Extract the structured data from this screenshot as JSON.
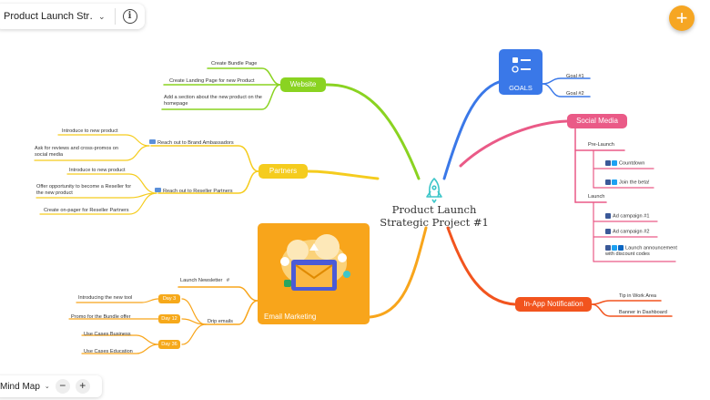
{
  "app": {
    "title": "Product Launch Str…",
    "view_mode": "Mind Map",
    "add_label": "+",
    "zoom_out": "−",
    "zoom_in": "+",
    "info_label": "i",
    "dropdown_chevron": "⌄"
  },
  "central": {
    "line1": "Product Launch",
    "line2": "Strategic Project #1"
  },
  "website": {
    "label": "Website",
    "items": [
      "Create Bundle Page",
      "Create Landing Page for new Product",
      "Add a section about the new product on the homepage"
    ]
  },
  "partners": {
    "label": "Partners",
    "brand": {
      "label": "Reach out to Brand Ambassadors",
      "items": [
        "Introduce to new product",
        "Ask for reviews and cross-promos on social media"
      ]
    },
    "reseller": {
      "label": "Reach out to Reseller Partners",
      "items": [
        "Introduce to new product",
        "Offer opportunity to become a Reseller for the new product",
        "Create on-pager for Reseller Partners"
      ]
    }
  },
  "email": {
    "label": "Email Marketing",
    "newsletter": "Launch Newsletter",
    "newsletter_hash": "#",
    "drip": "Drip emails",
    "days": [
      {
        "label": "Day 3",
        "item": "Introducing the new tool"
      },
      {
        "label": "Day 12",
        "item": "Promo for the Bundle offer"
      },
      {
        "label": "Day 36",
        "items": [
          "Use Cases Business",
          "Use Cases Education"
        ]
      }
    ]
  },
  "goals": {
    "label": "GOALS",
    "items": [
      "Goal #1",
      "Goal #2"
    ]
  },
  "social": {
    "label": "Social Media",
    "prelaunch": "Pre-Launch",
    "countdown": "Countdown",
    "join_beta": "Join the beta!",
    "launch": "Launch",
    "ad1": "Ad campaign #1",
    "ad2": "Ad campaign #2",
    "announcement": "Launch announcement with discount codes"
  },
  "inapp": {
    "label": "In-App Notification",
    "items": [
      "Tip in Work Area",
      "Banner in Dashboard"
    ]
  },
  "colors": {
    "website": "#8ad321",
    "partners": "#f5cc1e",
    "email": "#f8a51b",
    "goals": "#3a78e8",
    "social": "#ea5a87",
    "inapp": "#f2541e",
    "fab": "#f6a623"
  }
}
